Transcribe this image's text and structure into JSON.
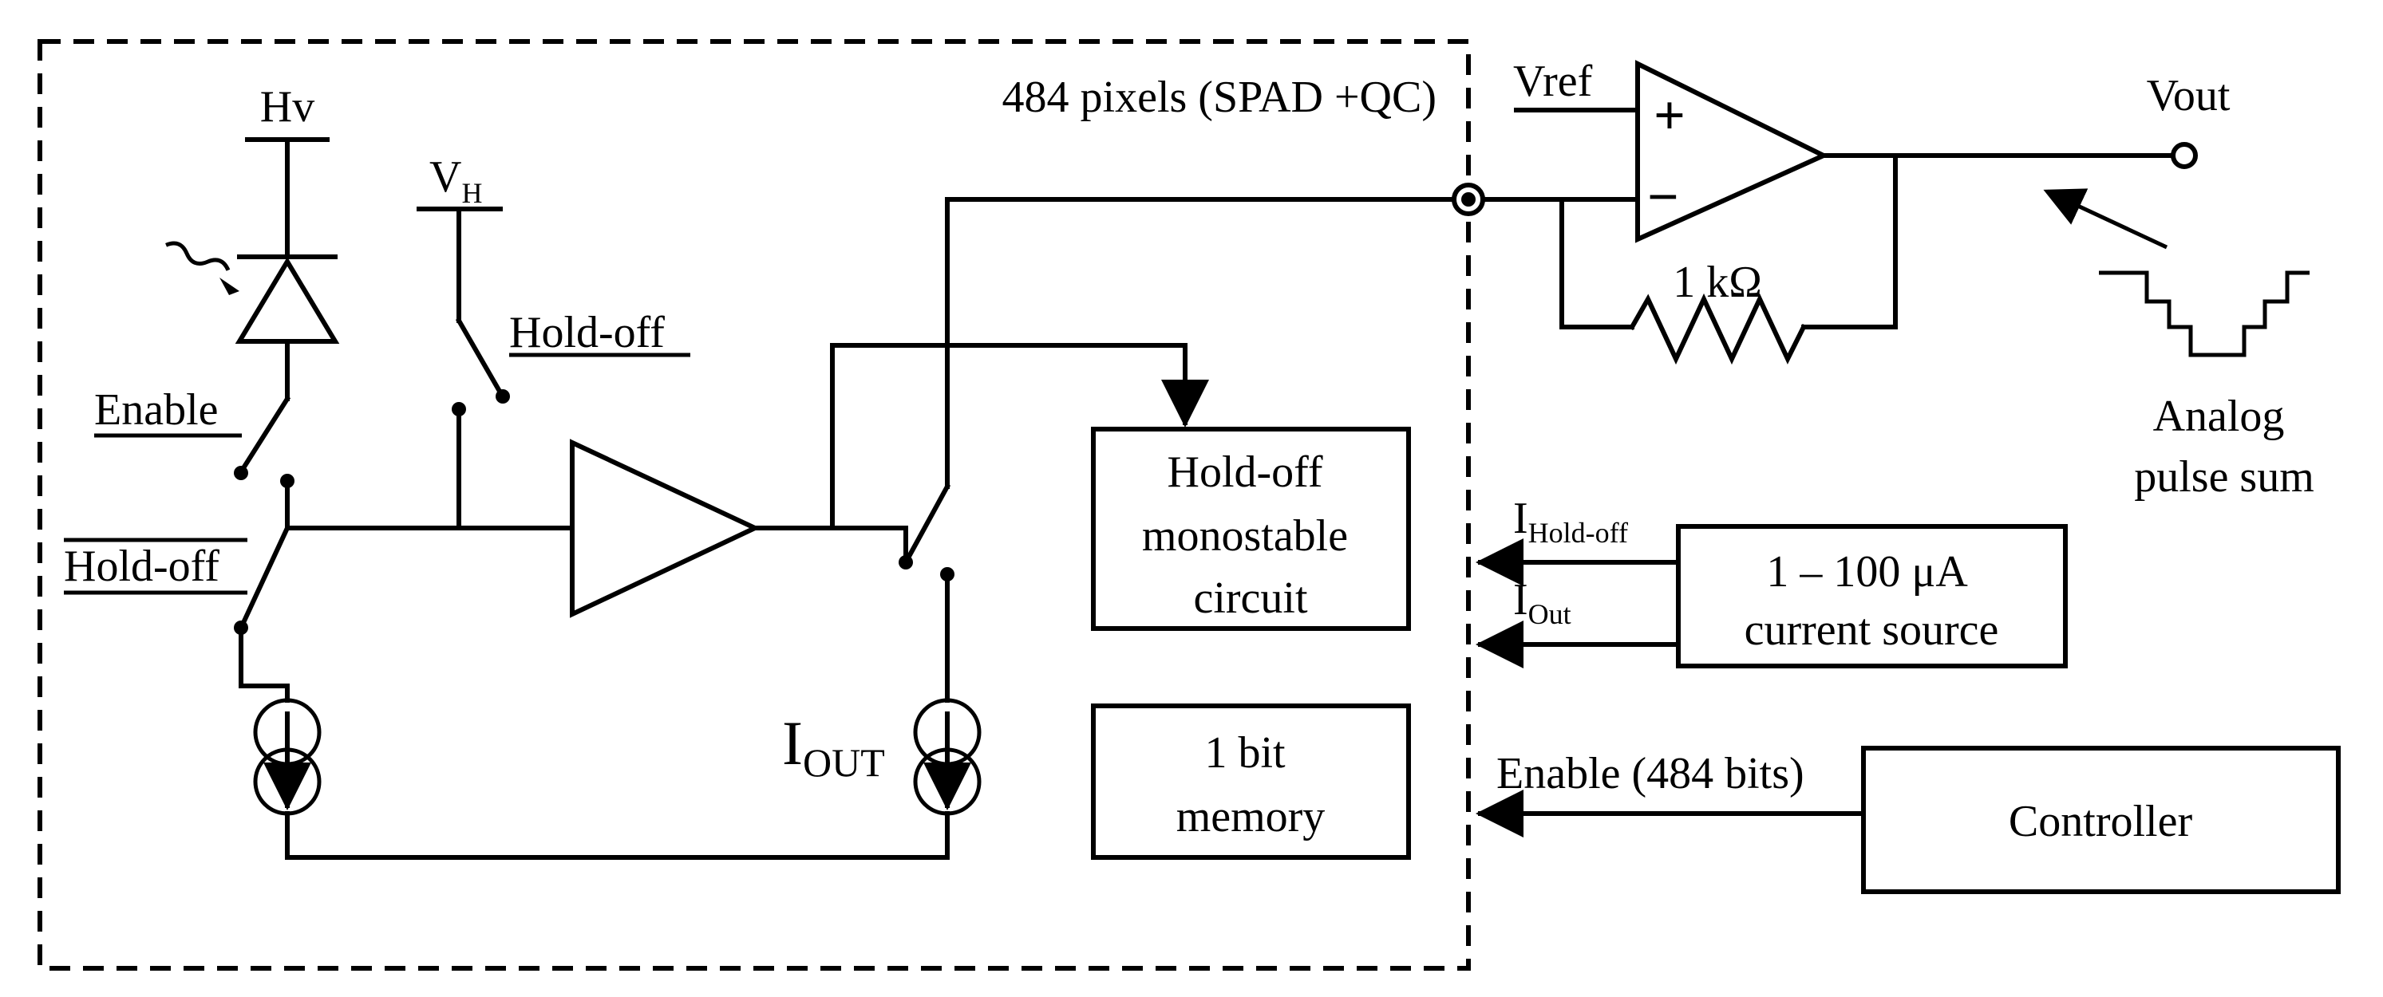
{
  "region_label": "484 pixels (SPAD +QC)",
  "labels": {
    "hv": "Hv",
    "vh_main": "V",
    "vh_sub": "H",
    "hold_off_top": "Hold-off",
    "enable": "Enable",
    "hold_off_bar": "Hold-off",
    "iout_main": "I",
    "iout_sub": "OUT",
    "vref": "Vref",
    "plus": "+",
    "minus": "−",
    "resistor": "1 kΩ",
    "vout": "Vout",
    "analog_line1": "Analog",
    "analog_line2": "pulse sum",
    "i_holdoff_main": "I",
    "i_holdoff_sub": "Hold-off",
    "i_out_main": "I",
    "i_out_sub": "Out",
    "enable_bits": "Enable (484 bits)"
  },
  "blocks": {
    "holdoff_monostable": [
      "Hold-off",
      "monostable",
      "circuit"
    ],
    "memory": [
      "1 bit",
      "memory"
    ],
    "current_source": [
      "1 – 100 μA",
      "current source"
    ],
    "controller": [
      "Controller"
    ]
  }
}
